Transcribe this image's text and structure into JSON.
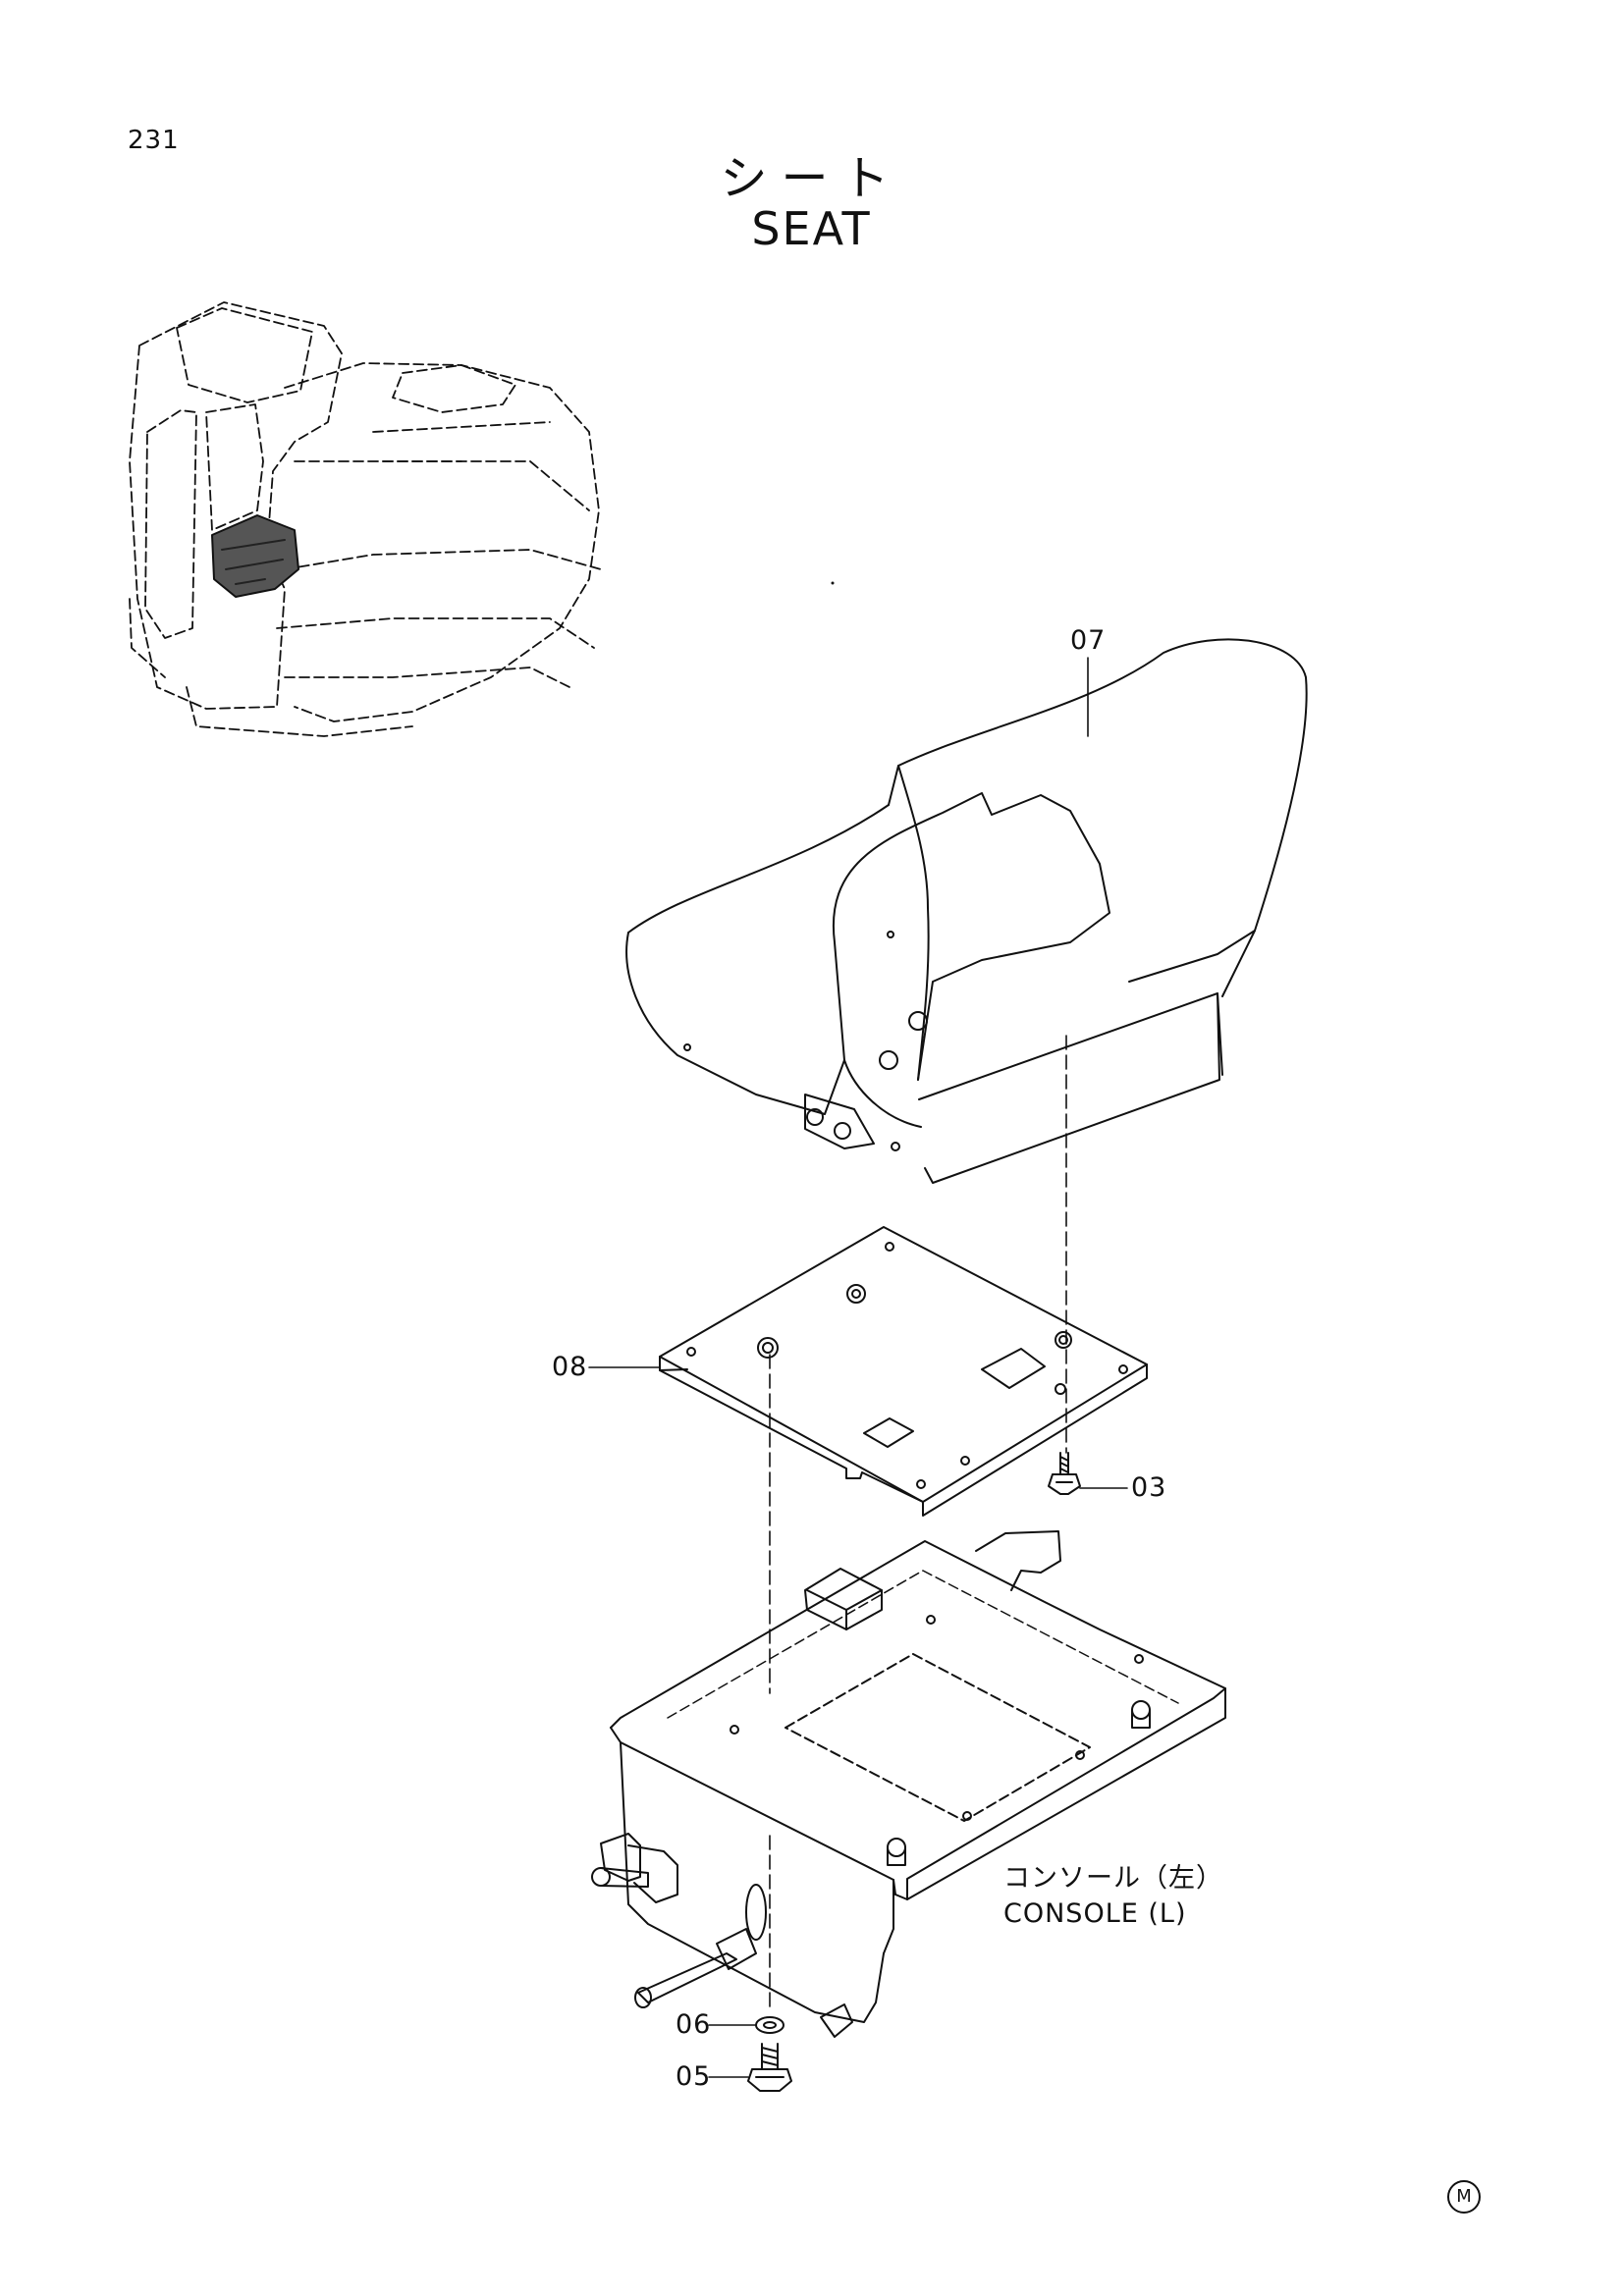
{
  "page_number": "231",
  "title": {
    "japanese": "シート",
    "english": "SEAT"
  },
  "callouts": {
    "c07": "07",
    "c08": "08",
    "c03": "03",
    "c06": "06",
    "c05": "05"
  },
  "console_label": {
    "japanese": "コンソール（左）",
    "english": "CONSOLE (L)"
  },
  "mark": "M"
}
